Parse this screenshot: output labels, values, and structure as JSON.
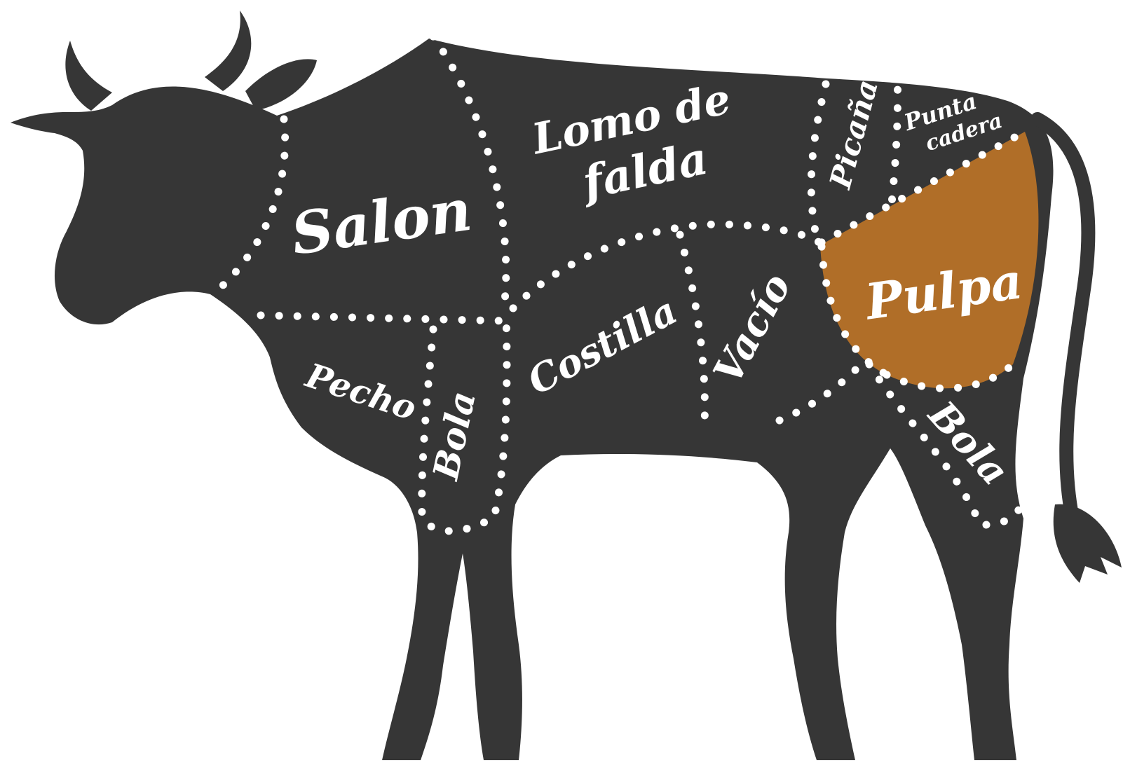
{
  "colors": {
    "background": "#ffffff",
    "cow": "#363636",
    "cut_lines": "#ffffff",
    "label": "#ffffff",
    "highlight_fill": "#b06e28",
    "highlight_label": "#f2b67a"
  },
  "highlighted_cut": "Pulpa",
  "cuts": {
    "salon": "Salon",
    "lomo_de_falda_line1": "Lomo de",
    "lomo_de_falda_line2": "falda",
    "picana": "Picaña",
    "punta_cadera_line1": "Punta",
    "punta_cadera_line2": "cadera",
    "pulpa": "Pulpa",
    "pecho": "Pecho",
    "bola_front": "Bola",
    "costilla": "Costilla",
    "vacio": "Vacío",
    "bola_rear": "Bola"
  }
}
